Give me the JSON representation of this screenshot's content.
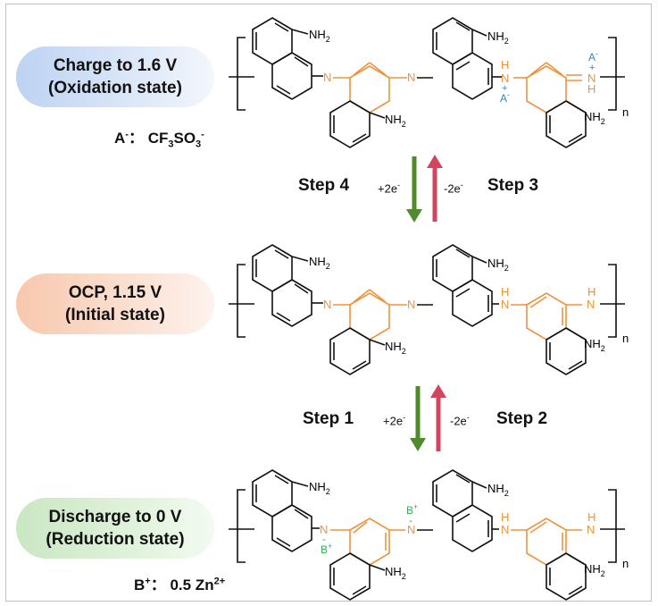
{
  "states": {
    "oxidation": {
      "line1": "Charge to 1.6 V",
      "line2": "(Oxidation state)"
    },
    "initial": {
      "line1": "OCP, 1.15 V",
      "line2": "(Initial state)"
    },
    "reduction": {
      "line1": "Discharge to 0 V",
      "line2": "(Reduction state)"
    }
  },
  "notes": {
    "anion": {
      "label": "A",
      "label_sup": "-",
      "colon": "：",
      "formula_a": "CF",
      "sub1": "3",
      "formula_b": "SO",
      "sub2": "3",
      "sup": "-"
    },
    "cation": {
      "label": "B",
      "label_sup": "+",
      "colon": "：",
      "formula": "0.5 Zn",
      "sup": "2+"
    }
  },
  "steps": {
    "step4": "Step 4",
    "step3": "Step 3",
    "step1": "Step 1",
    "step2": "Step 2",
    "plus2e": "+2e",
    "minus2e": "-2e",
    "e_sup": "-"
  },
  "molecule": {
    "nh2": "NH",
    "nh2_sub": "2",
    "n": "N",
    "h": "H",
    "a_minus": "A",
    "a_sup": "-",
    "b_plus": "B",
    "b_sup": "+",
    "plus": "+",
    "minus": "-",
    "repeat": "n"
  },
  "colors": {
    "orange": "#f0923b",
    "blue": "#2f86c8",
    "green_label": "#2fb356",
    "arrow_green": "#4f8a2d",
    "arrow_red": "#d2455f"
  }
}
